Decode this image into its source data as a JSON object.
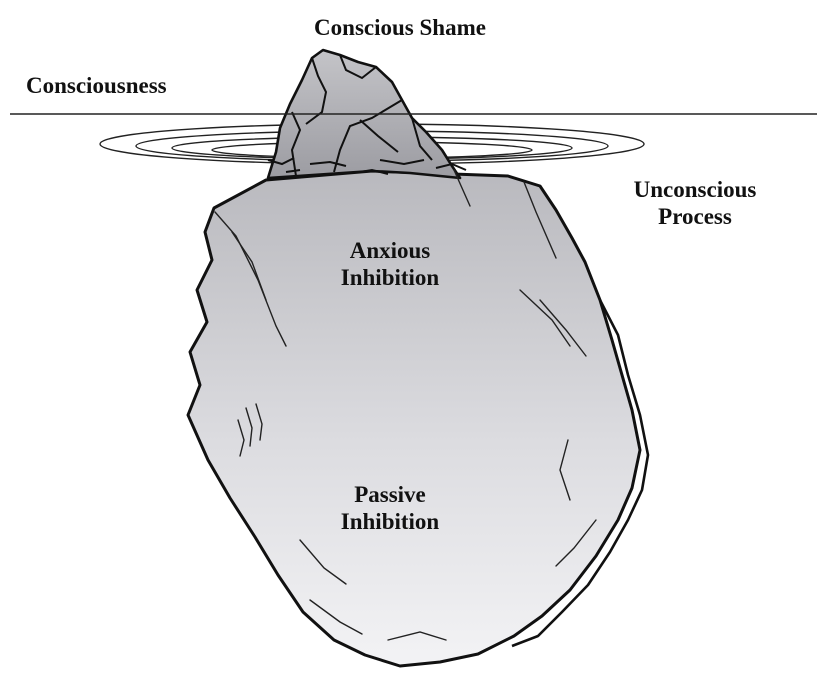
{
  "labels": {
    "conscious_shame": "Conscious Shame",
    "consciousness": "Consciousness",
    "unconscious_line1": "Unconscious",
    "unconscious_line2": "Process",
    "anxious_line1": "Anxious",
    "anxious_line2": "Inhibition",
    "passive_line1": "Passive",
    "passive_line2": "Inhibition"
  },
  "colors": {
    "ink": "#111111",
    "ice_top": "#b9b9be",
    "ice_bottom": "#f3f3f5",
    "background": "#ffffff"
  }
}
